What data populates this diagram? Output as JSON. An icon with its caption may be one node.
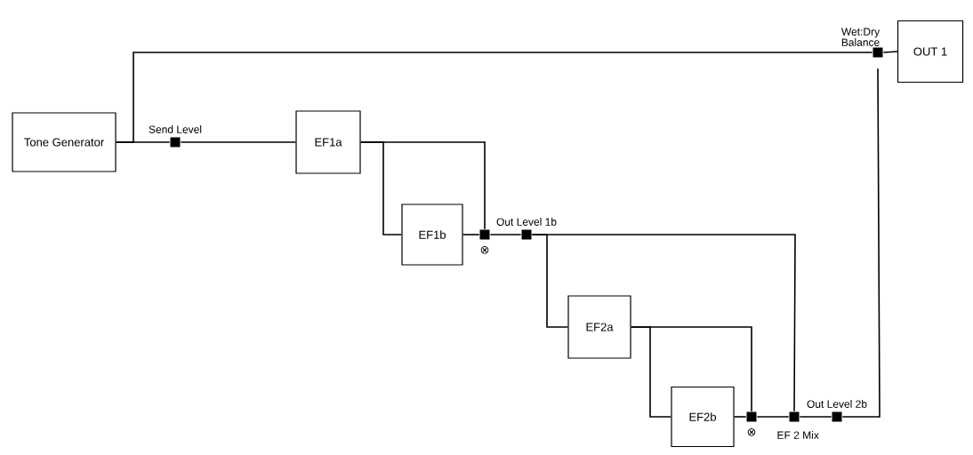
{
  "diagram": {
    "nodes": [
      {
        "text": [
          "Tone Generator"
        ]
      },
      {
        "text": [
          "Send Level"
        ]
      },
      {
        "text": [
          "EF1a"
        ]
      },
      {
        "text": [
          "EF1b"
        ]
      },
      {
        "text": [
          "⊗"
        ]
      },
      {
        "text": [
          "Out Level 1b"
        ]
      },
      {
        "text": [
          "EF2a"
        ]
      },
      {
        "text": [
          "EF2b"
        ]
      },
      {
        "text": [
          "⊗"
        ]
      },
      {
        "text": [
          "EF 2 Mix"
        ]
      },
      {
        "text": [
          "Out Level 2b"
        ]
      },
      {
        "text": [
          "Wet:Dry Balance"
        ]
      },
      {
        "text": [
          "OUT 1"
        ]
      }
    ],
    "edges": [
      {
        "from": 0,
        "to": 11,
        "arrow": "none"
      },
      {
        "from": 0,
        "to": 1,
        "arrow": "none"
      },
      {
        "from": 1,
        "to": 2,
        "arrow": "none"
      },
      {
        "from": 2,
        "to": 3,
        "arrow": "none"
      },
      {
        "from": 2,
        "to": 4,
        "arrow": "none"
      },
      {
        "from": 3,
        "to": 4,
        "arrow": "none"
      },
      {
        "from": 4,
        "to": 5,
        "arrow": "none"
      },
      {
        "from": 5,
        "to": 6,
        "arrow": "none"
      },
      {
        "from": 5,
        "to": 9,
        "arrow": "none"
      },
      {
        "from": 6,
        "to": 7,
        "arrow": "none"
      },
      {
        "from": 6,
        "to": 8,
        "arrow": "none"
      },
      {
        "from": 7,
        "to": 8,
        "arrow": "none"
      },
      {
        "from": 8,
        "to": 9,
        "arrow": "none"
      },
      {
        "from": 9,
        "to": 10,
        "arrow": "none"
      },
      {
        "from": 10,
        "to": 11,
        "arrow": "none"
      },
      {
        "from": 11,
        "to": 12,
        "arrow": "none"
      }
    ]
  }
}
